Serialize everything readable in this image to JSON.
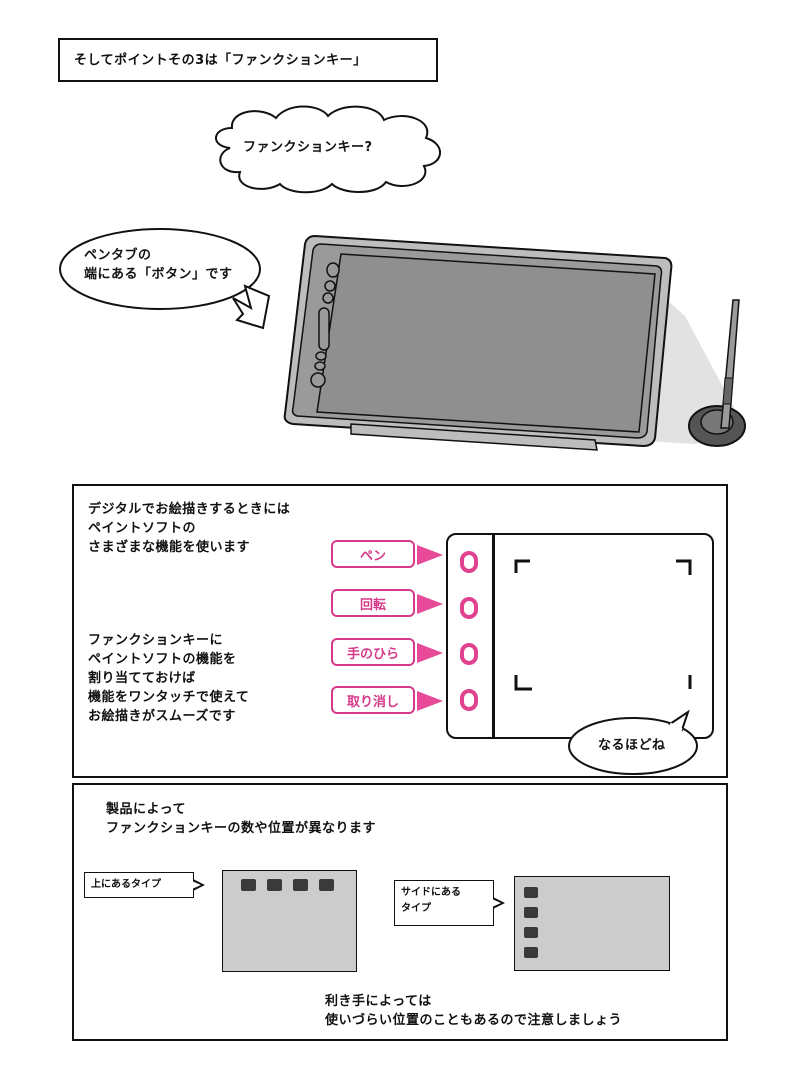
{
  "panel1": {
    "title_box": "そしてポイントその3は「ファンクションキー」",
    "cloud_text": "ファンクションキー?",
    "bubble_text": "ペンタブの\n端にある「ボタン」です"
  },
  "panel2": {
    "intro_text": "デジタルでお絵描きするときには\nペイントソフトの\nさまざまな機能を使います",
    "body_text": "ファンクションキーに\nペイントソフトの機能を\n割り当てておけば\n機能をワンタッチで使えて\nお絵描きがスムーズです",
    "labels": [
      "ペン",
      "回転",
      "手のひら",
      "取り消し"
    ],
    "reaction": "なるほどね"
  },
  "panel3": {
    "heading": "製品によって\nファンクションキーの数や位置が異なります",
    "tag_top": "上にあるタイプ",
    "tag_side": "サイドにある\nタイプ",
    "footer": "利き手によっては\n使いづらい位置のこともあるので注意しましょう"
  },
  "colors": {
    "accent_pink": "#e0428f",
    "tablet_grey": "#8f8f8f",
    "tablet_frame": "#bdbdbd",
    "device_grey": "#cccccc"
  }
}
